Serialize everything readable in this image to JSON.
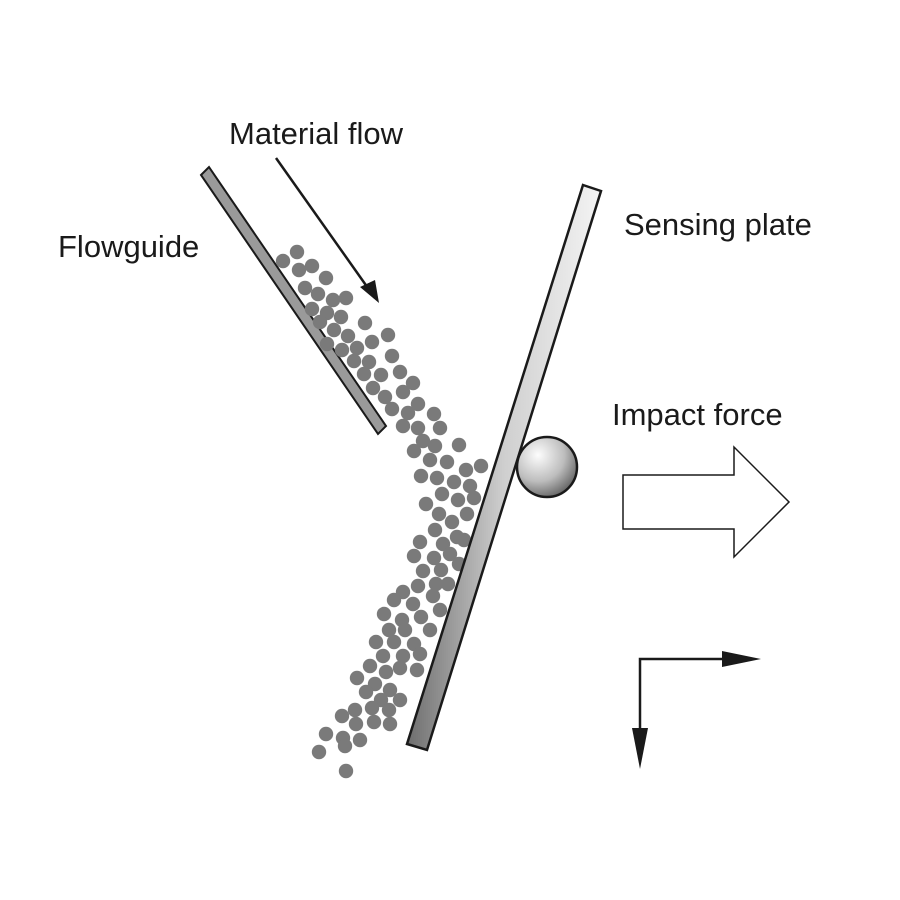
{
  "labels": {
    "material_flow": "Material flow",
    "flowguide": "Flowguide",
    "sensing_plate": "Sensing plate",
    "impact_force": "Impact force"
  },
  "colors": {
    "particle": "#7a7a7a",
    "flowguide_fill": "#9a9a9a",
    "line": "#1a1a1a",
    "background": "#ffffff"
  },
  "icons": {
    "material_flow_arrow": "arrow-down-right-icon",
    "impact_force_arrow": "block-arrow-right-icon",
    "axes": "coordinate-axes-icon",
    "sensor": "load-cell-sphere-icon"
  }
}
